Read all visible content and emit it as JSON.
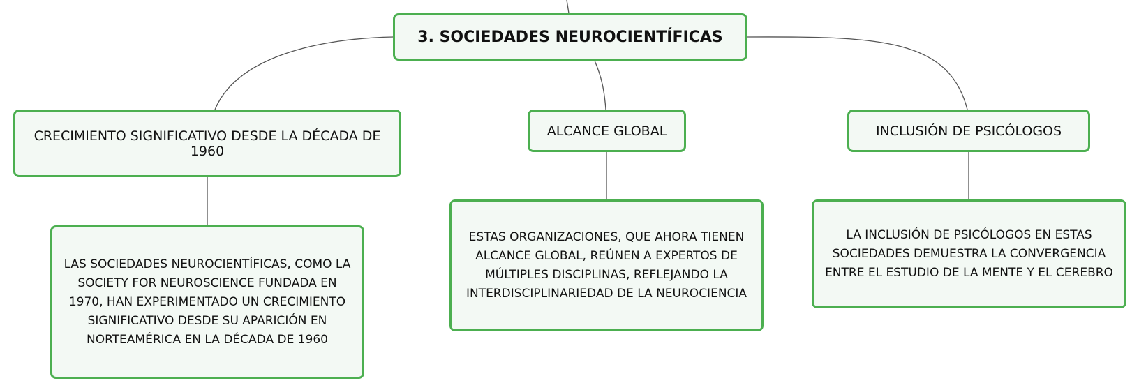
{
  "root": {
    "label": "3. SOCIEDADES NEUROCIENTÍFICAS"
  },
  "branches": [
    {
      "title": "CRECIMIENTO SIGNIFICATIVO DESDE LA DÉCADA DE 1960",
      "detail": "LAS SOCIEDADES NEUROCIENTÍFICAS, COMO LA SOCIETY FOR NEUROSCIENCE FUNDADA EN 1970, HAN EXPERIMENTADO UN CRECIMIENTO SIGNIFICATIVO DESDE SU APARICIÓN EN NORTEAMÉRICA EN LA DÉCADA DE 1960"
    },
    {
      "title": "ALCANCE GLOBAL",
      "detail": "ESTAS ORGANIZACIONES, QUE AHORA TIENEN ALCANCE GLOBAL, REÚNEN A EXPERTOS DE MÚLTIPLES DISCIPLINAS, REFLEJANDO LA INTERDISCIPLINARIEDAD DE LA NEUROCIENCIA"
    },
    {
      "title": "INCLUSIÓN DE PSICÓLOGOS",
      "detail": "LA INCLUSIÓN DE PSICÓLOGOS EN ESTAS SOCIEDADES DEMUESTRA LA CONVERGENCIA ENTRE EL ESTUDIO DE LA MENTE Y EL CEREBRO"
    }
  ],
  "colors": {
    "node_border": "#4caf50",
    "node_fill": "#f3f9f4",
    "connector": "#555555"
  }
}
